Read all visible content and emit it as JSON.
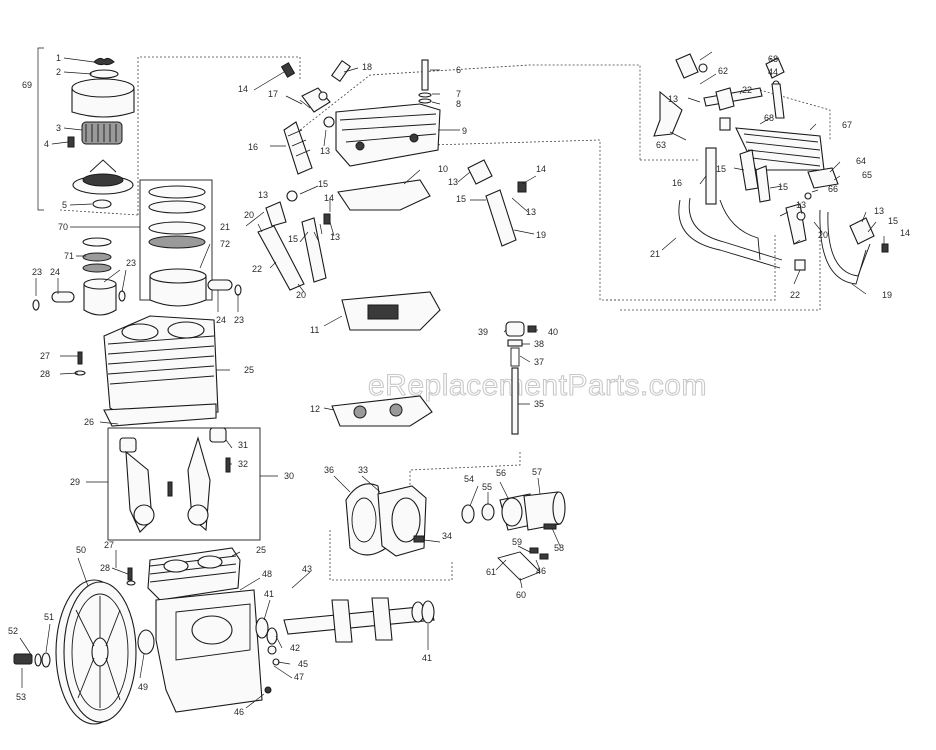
{
  "watermark": "eReplacementParts.com",
  "callouts": [
    "1",
    "2",
    "69",
    "3",
    "4",
    "5",
    "70",
    "71",
    "72",
    "23",
    "24",
    "23",
    "23",
    "24",
    "27",
    "28",
    "25",
    "26",
    "29",
    "30",
    "31",
    "32",
    "27",
    "28",
    "25",
    "50",
    "48",
    "43",
    "41",
    "42",
    "45",
    "47",
    "46",
    "49",
    "51",
    "52",
    "53",
    "41",
    "36",
    "33",
    "34",
    "54",
    "55",
    "56",
    "57",
    "58",
    "59",
    "61",
    "46",
    "60",
    "39",
    "40",
    "38",
    "37",
    "35",
    "11",
    "12",
    "14",
    "17",
    "16",
    "18",
    "13",
    "9",
    "6",
    "7",
    "8",
    "10",
    "13",
    "15",
    "14",
    "13",
    "19",
    "20",
    "21",
    "22",
    "15",
    "14",
    "13",
    "20",
    "15",
    "13",
    "62",
    "68",
    "44",
    "22",
    "13",
    "63",
    "67",
    "68",
    "16",
    "15",
    "64",
    "65",
    "66",
    "15",
    "13",
    "20",
    "13",
    "15",
    "14",
    "21",
    "22",
    "19"
  ]
}
